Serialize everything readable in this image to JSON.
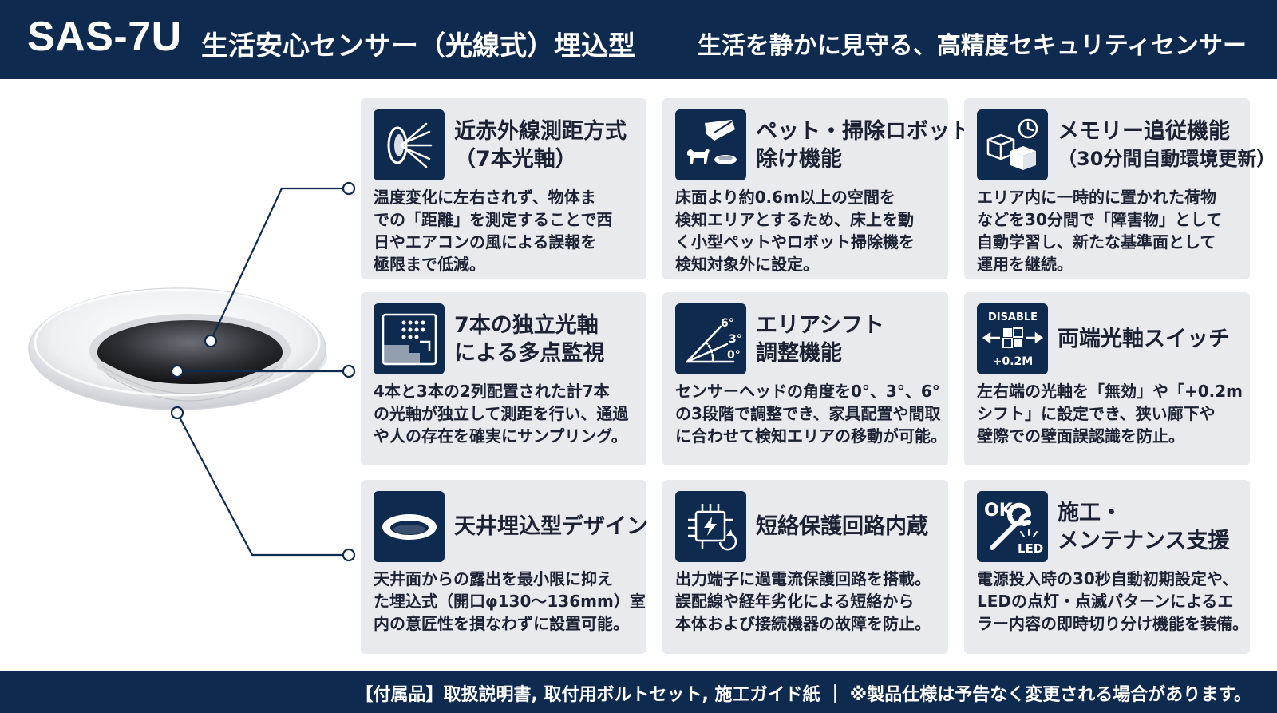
{
  "header": {
    "model": "SAS-7U",
    "product_name": "生活安心センサー（光線式）埋込型",
    "tagline": "生活を静かに見守る、高精度セキュリティセンサー"
  },
  "features": [
    {
      "icon": "infrared-lens-icon",
      "title": [
        "近赤外線測距方式",
        "（7本光軸）"
      ],
      "desc": [
        "温度変化に左右されず、物体ま",
        "での「距離」を測定することで西",
        "日やエアコンの風による誤報を",
        "極限まで低減。"
      ]
    },
    {
      "icon": "pet-robot-icon",
      "title": [
        "ペット・掃除ロボット",
        "除け機能"
      ],
      "desc": [
        "床面より約0.6m以上の空間を",
        "検知エリアとするため、床上を動",
        "く小型ペットやロボット掃除機を",
        "検知対象外に設定。"
      ]
    },
    {
      "icon": "memory-box-clock-icon",
      "title": [
        "メモリー追従機能",
        "（30分間自動環境更新）"
      ],
      "desc": [
        "エリア内に一時的に置かれた荷物",
        "などを30分間で「障害物」として",
        "自動学習し、新たな基準面として",
        "運用を継続。"
      ]
    },
    {
      "icon": "multipoint-grid-icon",
      "title": [
        "7本の独立光軸",
        "による多点監視"
      ],
      "desc": [
        "4本と3本の2列配置された計7本",
        "の光軸が独立して測距を行い、通過",
        "や人の存在を確実にサンプリング。"
      ]
    },
    {
      "icon": "angle-shift-icon",
      "icon_labels": [
        "6°",
        "3°",
        "0°"
      ],
      "title": [
        "エリアシフト",
        "調整機能"
      ],
      "desc": [
        "センサーヘッドの角度を0°、3°、6°",
        "の3段階で調整でき、家具配置や間取",
        "に合わせて検知エリアの移動が可能。"
      ]
    },
    {
      "icon": "edge-switch-icon",
      "icon_labels": [
        "DISABLE",
        "+0.2M"
      ],
      "title": [
        "両端光軸スイッチ"
      ],
      "desc": [
        "左右端の光軸を「無効」や「+0.2m",
        "シフト」に設定でき、狭い廊下や",
        "壁際での壁面誤認識を防止。"
      ]
    },
    {
      "icon": "ceiling-ring-icon",
      "title": [
        "天井埋込型デザイン"
      ],
      "desc": [
        "天井面からの露出を最小限に抑え",
        "た埋込式（開口φ130〜136mm）室",
        "内の意匠性を損なわずに設置可能。"
      ]
    },
    {
      "icon": "circuit-protection-icon",
      "title": [
        "短絡保護回路内蔵"
      ],
      "desc": [
        "出力端子に過電流保護回路を搭載。",
        "誤配線や経年劣化による短絡から",
        "本体および接続機器の故障を防止。"
      ]
    },
    {
      "icon": "ok-wrench-led-icon",
      "icon_labels": [
        "OK",
        "LED"
      ],
      "title": [
        "施工・",
        "メンテナンス支援"
      ],
      "desc": [
        "電源投入時の30秒自動初期設定や、",
        "LEDの点灯・点滅パターンによるエ",
        "ラー内容の即時切り分け機能を装備。"
      ]
    }
  ],
  "footer": {
    "text": "【付属品】取扱説明書, 取付用ボルトセット, 施工ガイド紙 ｜ ※製品仕様は予告なく変更される場合があります。"
  },
  "colors": {
    "navy": "#0f2a4f",
    "card_bg": "#e9eaed",
    "text": "#1b2233",
    "white": "#ffffff"
  }
}
